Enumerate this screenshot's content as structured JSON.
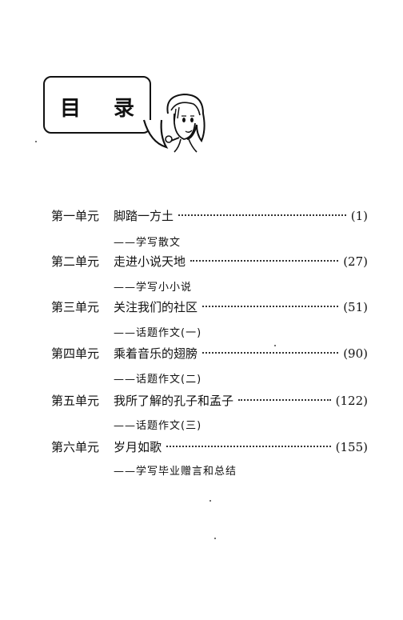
{
  "title": "目 录",
  "toc": [
    {
      "unit": "第一单元",
      "chapter": "脚踏一方土",
      "page": "(1)",
      "sub": "——学写散文"
    },
    {
      "unit": "第二单元",
      "chapter": "走进小说天地",
      "page": "(27)",
      "sub": "——学写小小说"
    },
    {
      "unit": "第三单元",
      "chapter": "关注我们的社区",
      "page": "(51)",
      "sub": "——话题作文(一)"
    },
    {
      "unit": "第四单元",
      "chapter": "乘着音乐的翅膀",
      "page": "(90)",
      "sub": "——话题作文(二)"
    },
    {
      "unit": "第五单元",
      "chapter": "我所了解的孔子和孟子",
      "page": "(122)",
      "sub": "——话题作文(三)"
    },
    {
      "unit": "第六单元",
      "chapter": "岁月如歌",
      "page": "(155)",
      "sub": "——学写毕业赠言和总结"
    }
  ]
}
